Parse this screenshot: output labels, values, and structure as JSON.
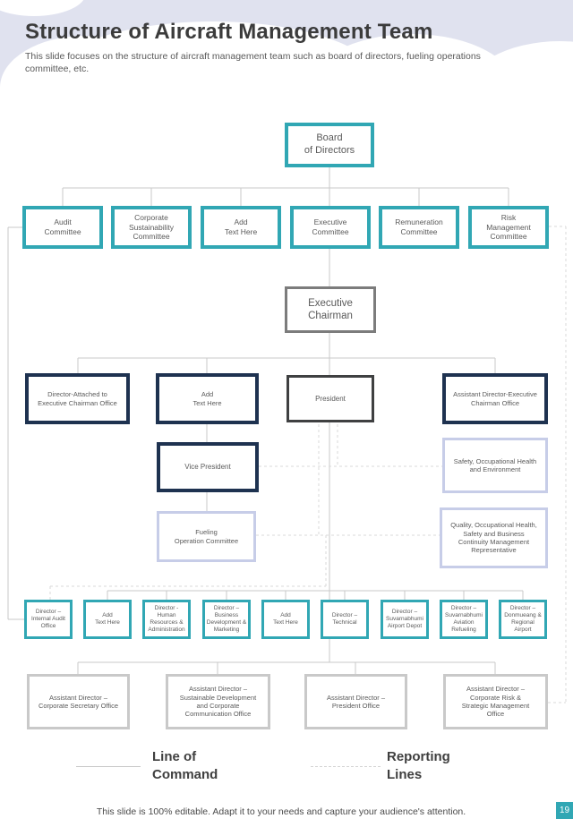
{
  "slide": {
    "title": "Structure of Aircraft Management Team",
    "subtitle": "This slide focuses on the structure of aircraft management team such as board of directors, fueling operations committee, etc.",
    "footer": "This slide is 100% editable. Adapt it to your needs and capture your audience's attention.",
    "page_number": "19"
  },
  "legend": {
    "line_of_command": "Line of\nCommand",
    "reporting_lines": "Reporting\nLines"
  },
  "colors": {
    "teal": "#31A7B4",
    "navy": "#1E3250",
    "president_border": "#3F4041",
    "chairman_border": "#7C7C7C",
    "lavender": "#C7CDE8",
    "assistant_border": "#C9C9C9",
    "connector_solid": "#C9C9C9",
    "connector_dashed": "#DADADA",
    "header_bg": "#E0E2EF"
  },
  "org": {
    "board": {
      "label": "Board\nof Directors"
    },
    "committees": [
      {
        "label": "Audit\nCommittee"
      },
      {
        "label": "Corporate\nSustainability\nCommittee"
      },
      {
        "label": "Add\nText Here"
      },
      {
        "label": "Executive\nCommittee"
      },
      {
        "label": "Remuneration\nCommittee"
      },
      {
        "label": "Risk\nManagement\nCommittee"
      }
    ],
    "executive_chairman": {
      "label": "Executive\nChairman"
    },
    "row3": [
      {
        "label": "Director-Attached to\nExecutive Chairman Office"
      },
      {
        "label": "Add\nText Here"
      },
      {
        "label": "President"
      },
      {
        "label": "Assistant Director-Executive\nChairman Office"
      }
    ],
    "vice_president": {
      "label": "Vice President"
    },
    "fueling_committee": {
      "label": "Fueling\nOperation Committee"
    },
    "safety": {
      "label": "Safety, Occupational Health\nand Environment"
    },
    "quality": {
      "label": "Quality, Occupational Health,\nSafety and Business\nContinuity Management\nRepresentative"
    },
    "directors": [
      {
        "label": "Director –\nInternal Audit\nOffice"
      },
      {
        "label": "Add\nText Here"
      },
      {
        "label": "Director - Human\nResources &\nAdministration"
      },
      {
        "label": "Director –\nBusiness\nDevelopment &\nMarketing"
      },
      {
        "label": "Add\nText Here"
      },
      {
        "label": "Director –\nTechnical"
      },
      {
        "label": "Director –\nSuvarnabhumi\nAirport Depot"
      },
      {
        "label": "Director –\nSuvarnabhumi\nAviation\nRefueling"
      },
      {
        "label": "Director –\nDonmueang &\nRegional\nAirport"
      }
    ],
    "assistants": [
      {
        "label": "Assistant Director –\nCorporate Secretary Office"
      },
      {
        "label": "Assistant Director –\nSustainable Development\nand Corporate\nCommunication Office"
      },
      {
        "label": "Assistant Director –\nPresident Office"
      },
      {
        "label": "Assistant Director –\nCorporate Risk &\nStrategic Management\nOffice"
      }
    ]
  }
}
